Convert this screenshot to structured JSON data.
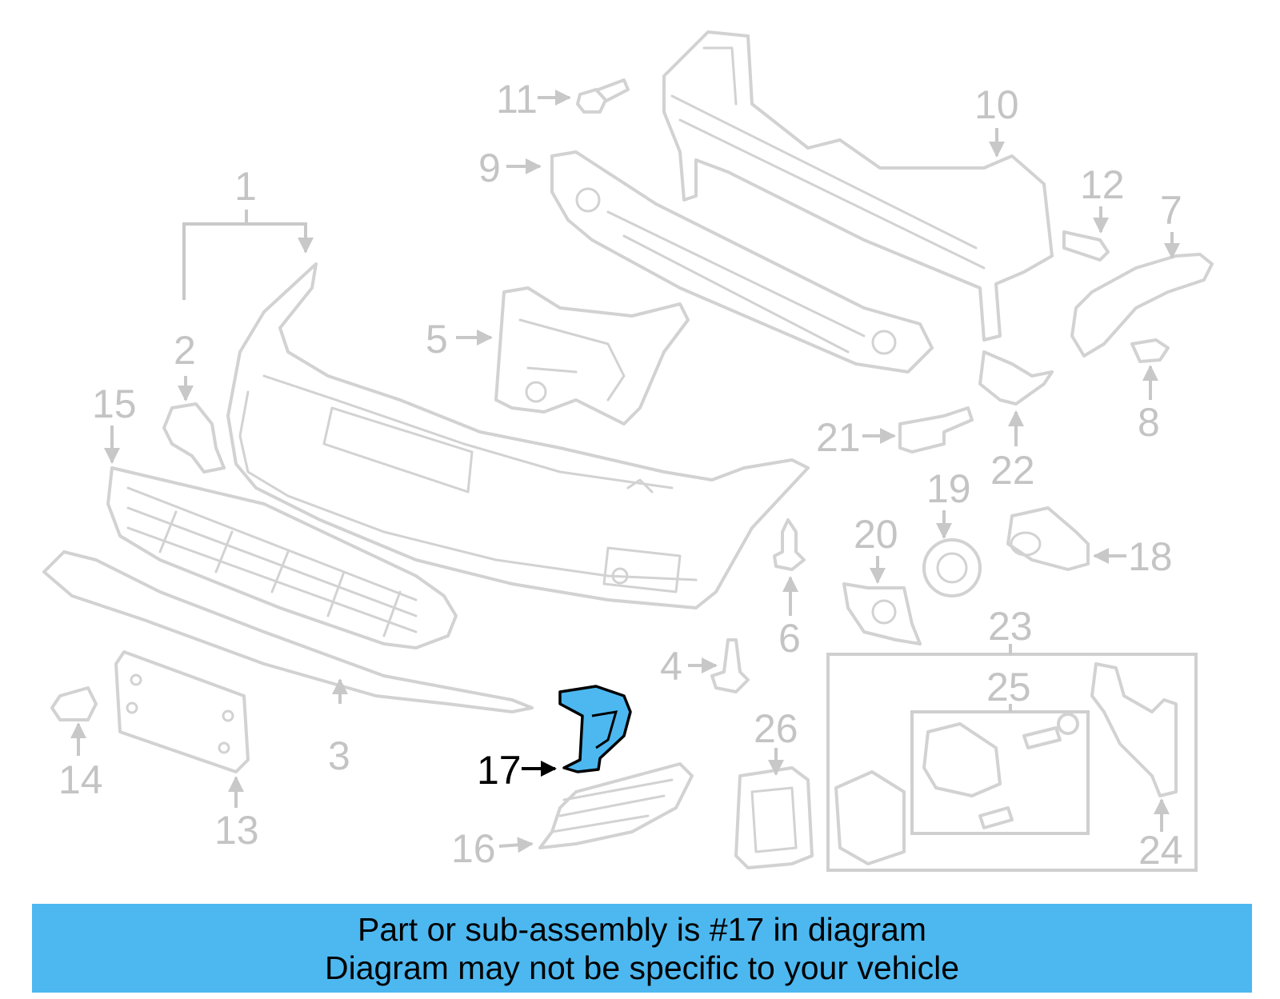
{
  "diagram": {
    "highlighted_part": "17",
    "highlight_color": "#4db8f0",
    "callouts": [
      "1",
      "2",
      "3",
      "4",
      "5",
      "6",
      "7",
      "8",
      "9",
      "10",
      "11",
      "12",
      "13",
      "14",
      "15",
      "16",
      "17",
      "18",
      "19",
      "20",
      "21",
      "22",
      "23",
      "24",
      "25",
      "26"
    ]
  },
  "caption": {
    "line1": "Part or sub-assembly is #17 in diagram",
    "line2": "Diagram may not be specific to your vehicle",
    "background": "#4db8f0"
  }
}
